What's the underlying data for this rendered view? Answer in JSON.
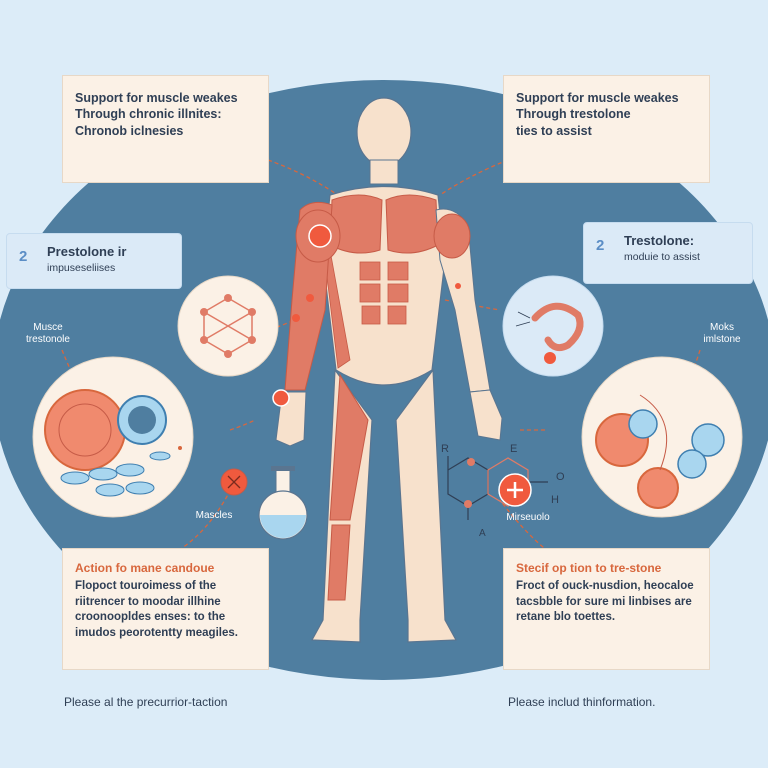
{
  "colors": {
    "background": "#dcecf8",
    "oval": "#4f7ea0",
    "muscle": "#e07b66",
    "muscle_dark": "#c65b47",
    "skin": "#f7e1cc",
    "box_bg": "#fbf1e6",
    "tag_bg": "#dbeaf7",
    "accent_orange": "#d8673d",
    "pill_blue": "#a9d6ef",
    "text": "#2f3f55"
  },
  "top_left": {
    "line1": "Support for muscle weakes",
    "line2": "Through chronic illnites:",
    "line3": "Chronob iclnesies"
  },
  "top_right": {
    "line1": "Support for muscle weakes",
    "line2": "Through trestolone",
    "line3": "ties to assist"
  },
  "tag_left": {
    "number": "2",
    "title": "Prestolone ir",
    "subtitle": "impuseseliises"
  },
  "tag_right": {
    "number": "2",
    "title": "Trestolone:",
    "subtitle": "moduie to assist"
  },
  "label_left": {
    "line1": "Musce",
    "line2": "trestonole"
  },
  "label_right": {
    "line1": "Moks",
    "line2": "imlstone"
  },
  "label_muscles": "Mascles",
  "label_molecule": "Mirseuolo",
  "molecule_letters": {
    "r": "R",
    "e": "E",
    "o": "O",
    "h": "H",
    "a": "A"
  },
  "bottom_left": {
    "heading": "Action fo mane candoue",
    "body": "Flopoct touroimess of the riitrencer to moodar illhine croonoopldes enses: to the imudos peorotentty meagiles."
  },
  "bottom_right": {
    "heading": "Stecif op tion to tre-stone",
    "body": "Froct of ouck-nusdion, heocaloe tacsbble for sure mi linbises are retane blo toettes."
  },
  "footer_left": "Please al the precurrior-taction",
  "footer_right": "Please includ thinformation."
}
